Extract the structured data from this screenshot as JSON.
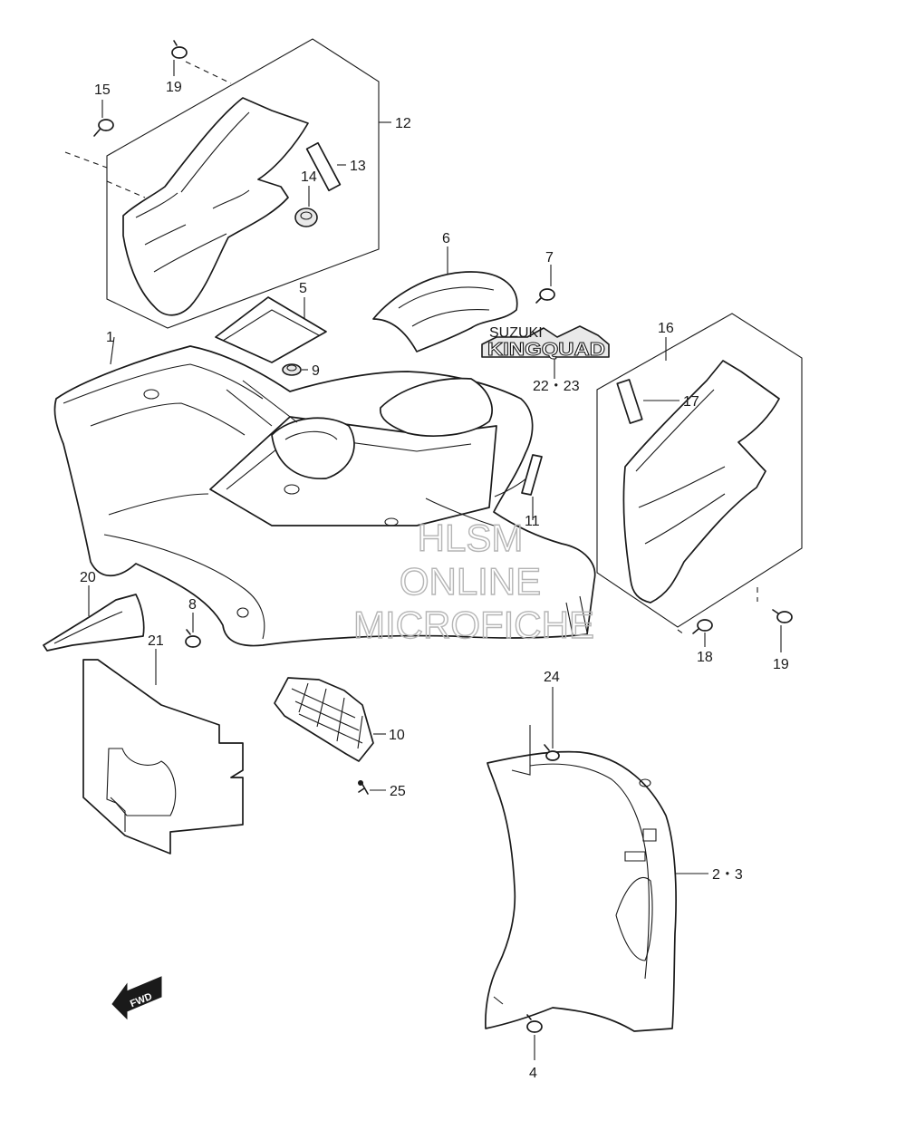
{
  "labels": {
    "p1": "1",
    "p2_3": "2・3",
    "p4": "4",
    "p5": "5",
    "p6": "6",
    "p7": "7",
    "p8": "8",
    "p9": "9",
    "p10": "10",
    "p11": "11",
    "p12": "12",
    "p13": "13",
    "p14": "14",
    "p15": "15",
    "p16": "16",
    "p17": "17",
    "p18": "18",
    "p19_top": "19",
    "p19_right": "19",
    "p20": "20",
    "p21": "21",
    "p22_23": "22・23",
    "p24": "24",
    "p25": "25"
  },
  "logo": {
    "brand": "SUZUKI",
    "model": "KINGQUAD"
  },
  "fwd_arrow": "FWD",
  "watermark": {
    "line1": "HLSM",
    "line2": "ONLINE",
    "line3": "MICROFICHE"
  },
  "colors": {
    "line": "#1a1a1a",
    "watermark": "#b5b5b5",
    "background": "#ffffff"
  }
}
